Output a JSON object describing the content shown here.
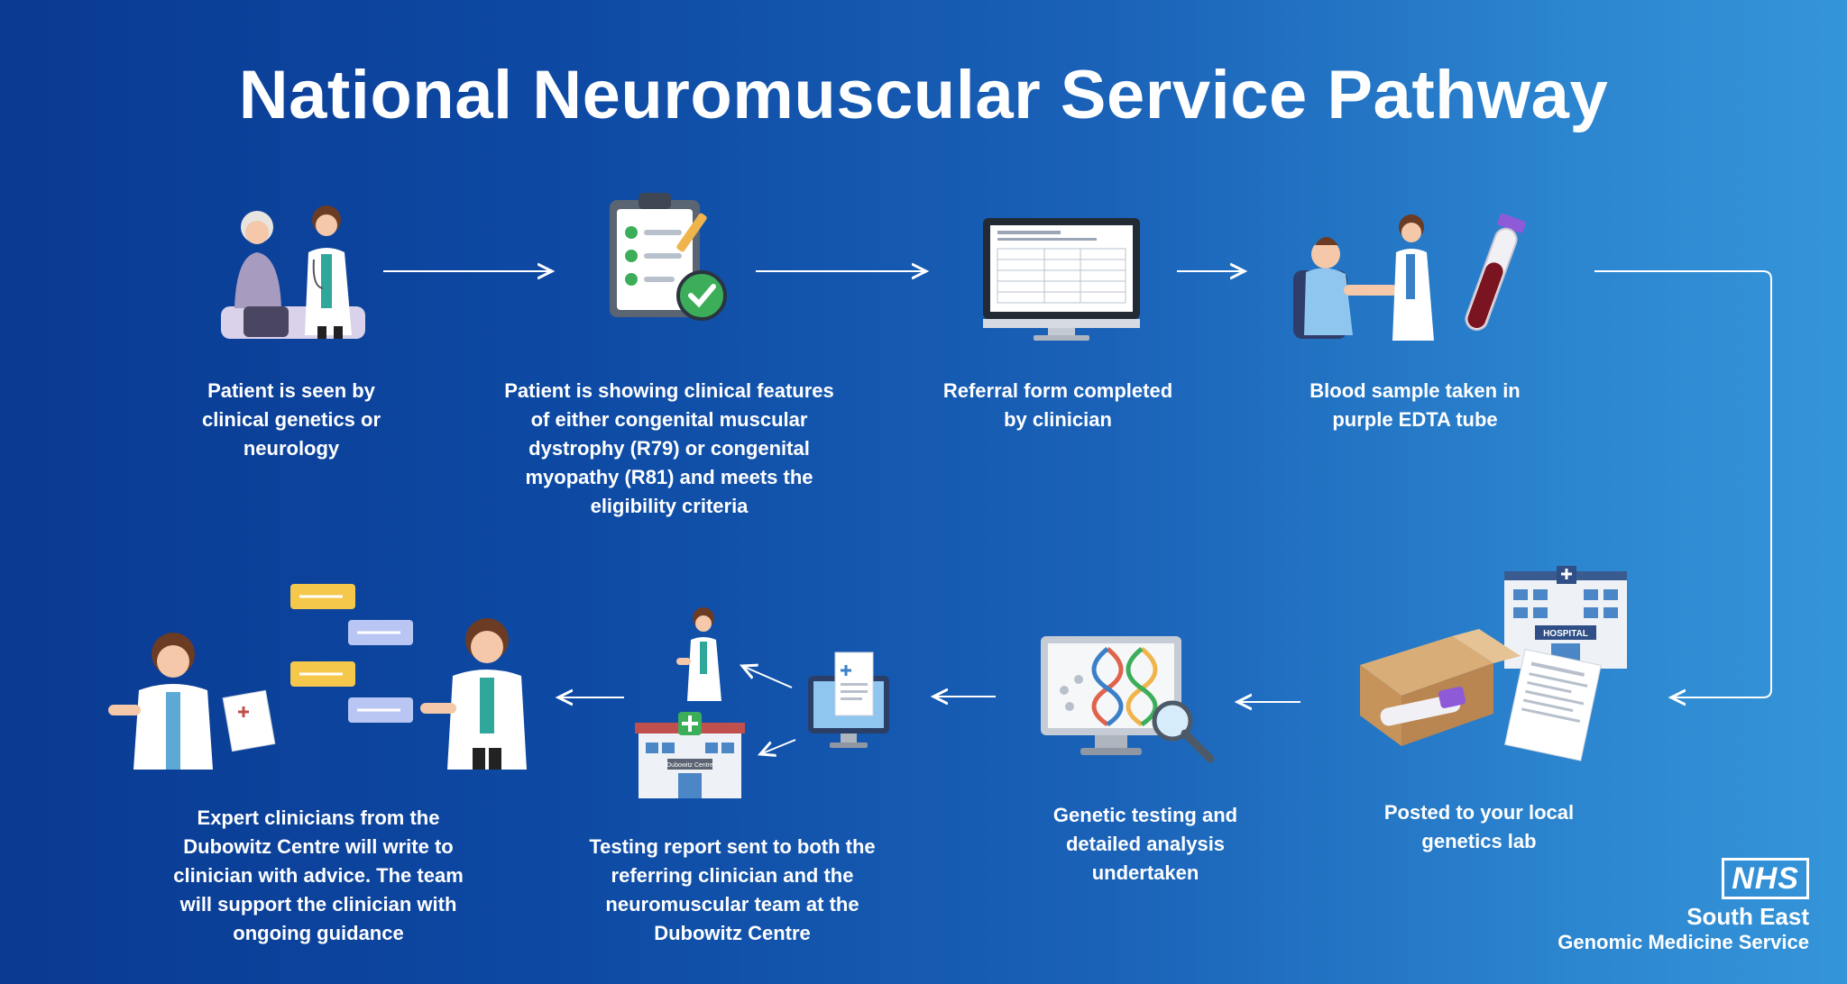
{
  "title": "National Neuromuscular Service Pathway",
  "steps": [
    {
      "id": "seen",
      "text": "Patient is seen by\nclinical genetics or\nneurology",
      "icon": "patient-doctor-consultation"
    },
    {
      "id": "features",
      "text": "Patient is showing clinical features\nof either congenital muscular\ndystrophy (R79) or congenital\nmyopathy (R81) and meets the\neligibility criteria",
      "icon": "clipboard-checklist"
    },
    {
      "id": "referral",
      "text": "Referral form completed\nby clinician",
      "icon": "monitor-form"
    },
    {
      "id": "blood",
      "text": "Blood sample taken in\npurple EDTA tube",
      "icon": "blood-draw"
    },
    {
      "id": "posted",
      "text": "Posted to your local\ngenetics lab",
      "icon": "parcel-hospital"
    },
    {
      "id": "testing",
      "text": "Genetic testing and\ndetailed analysis\nundertaken",
      "icon": "dna-analysis"
    },
    {
      "id": "report",
      "text": "Testing report sent to both the\nreferring clinician and the\nneuromuscular team at the\nDubowitz Centre",
      "icon": "report-distribution"
    },
    {
      "id": "advice",
      "text": "Expert clinicians from the\nDubowitz Centre will write to\nclinician with advice. The team\nwill support the clinician with\nongoing guidance",
      "icon": "clinicians-chat"
    }
  ],
  "illustration_labels": {
    "hospital": "HOSPITAL",
    "dubowitz": "Dubowitz Centre"
  },
  "footer": {
    "logo": "NHS",
    "region": "South East",
    "service": "Genomic Medicine Service"
  },
  "colors": {
    "bg_left": "#0a3a92",
    "bg_right": "#3595d9",
    "accent_green": "#3cae5a",
    "tube_purple": "#8e5ad8"
  }
}
